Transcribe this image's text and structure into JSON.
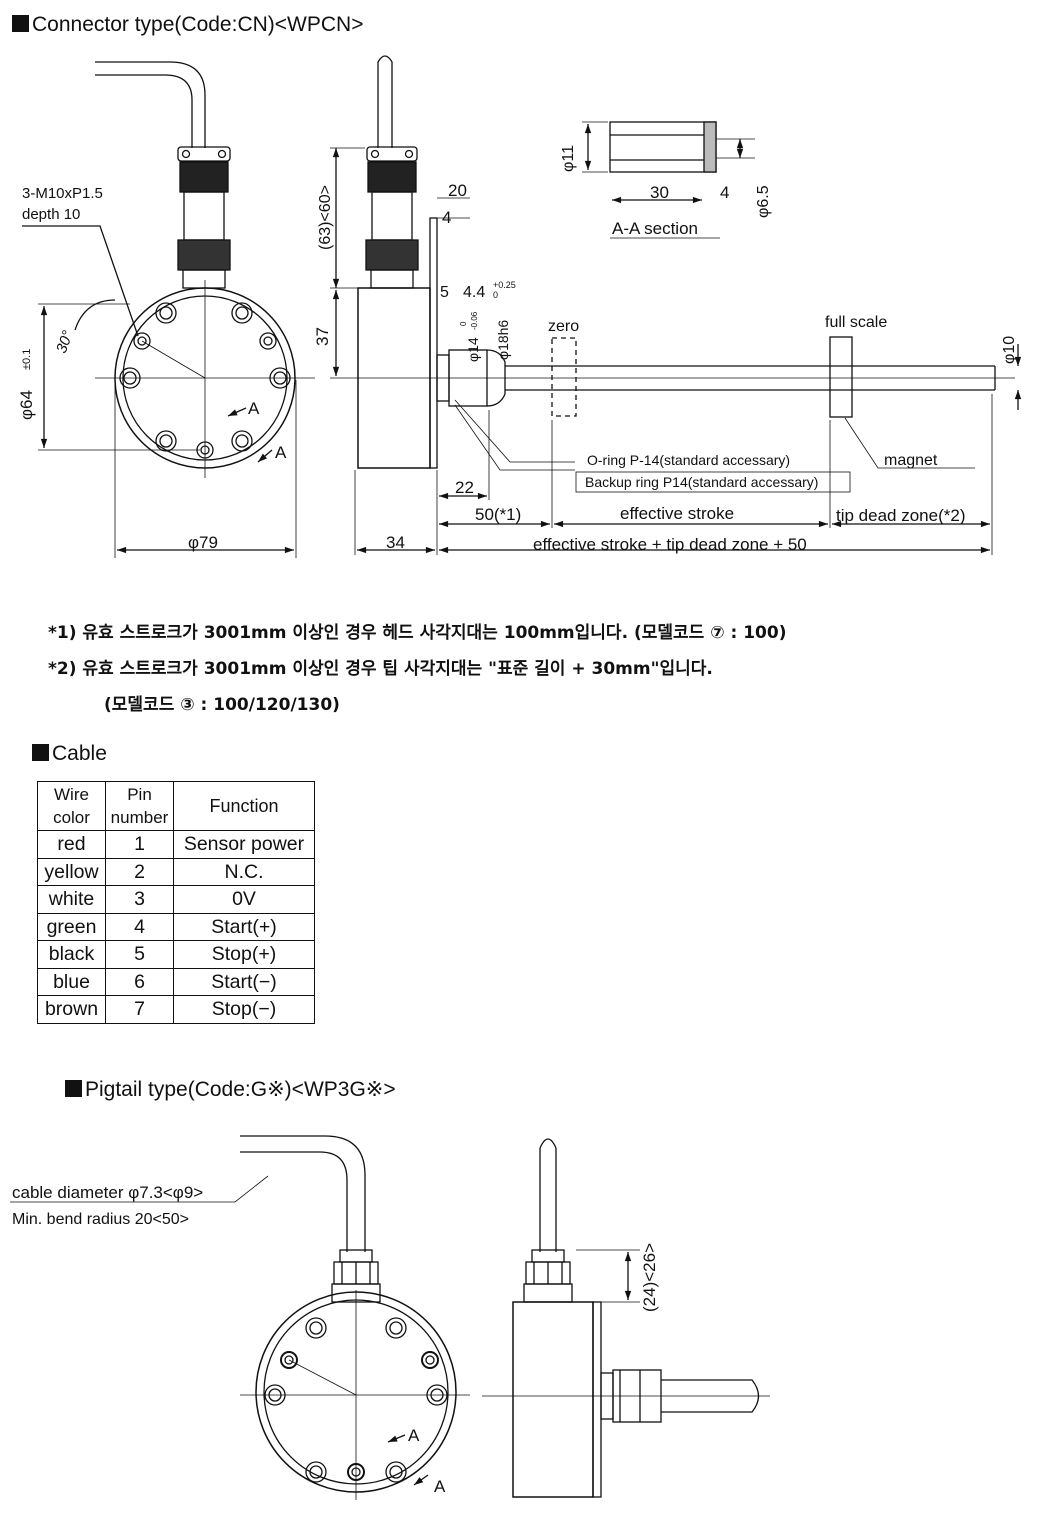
{
  "sections": {
    "connector_title": "Connector type(Code:CN)<WPCN>",
    "cable_title": "Cable",
    "pigtail_title": "Pigtail type(Code:G※)<WP3G※>"
  },
  "connector_drawing": {
    "thread_note_1": "3-M10xP1.5",
    "thread_note_2": "depth 10",
    "angle": "30°",
    "dia_64": "φ64",
    "dia_64_tol": "±0.1",
    "dia_79": "φ79",
    "section_marker": "A",
    "dim_63_60": "(63)<60>",
    "dim_37": "37",
    "dim_20": "20",
    "dim_4": "4",
    "dim_5": "5",
    "dim_4_4": "4.4",
    "dim_4_4_tol_upper": "+0.25",
    "dim_4_4_tol_lower": "0",
    "dim_14": "φ14",
    "dim_14_tol_upper": "0",
    "dim_14_tol_lower": "-0.06",
    "dim_18h6": "φ18h6",
    "zero": "zero",
    "full_scale": "full scale",
    "dia_10": "φ10",
    "oring": "O-ring P-14(standard accessary)",
    "backup_ring": "Backup ring P14(standard accessary)",
    "magnet": "magnet",
    "dim_22": "22",
    "dim_50": "50(*1)",
    "effective_stroke": "effective stroke",
    "tip_dead_zone": "tip dead zone(*2)",
    "dim_34": "34",
    "total_length": "effective stroke + tip dead zone + 50"
  },
  "section_view": {
    "dia_11": "φ11",
    "dim_30": "30",
    "dim_4": "4",
    "dia_6_5": "φ6.5",
    "label": "A-A section"
  },
  "notes": [
    "*1) 유효 스트로크가 3001mm 이상인 경우 헤드 사각지대는 100mm입니다. (모델코드 ⑦ : 100)",
    "*2) 유효 스트로크가 3001mm 이상인 경우 팁 사각지대는 \"표준 길이 + 30mm\"입니다.",
    "(모델코드 ③ : 100/120/130)"
  ],
  "cable_table": {
    "headers": {
      "wire_1": "Wire",
      "wire_2": "color",
      "pin_1": "Pin",
      "pin_2": "number",
      "function": "Function"
    },
    "rows": [
      {
        "wire": "red",
        "pin": "1",
        "function": "Sensor power"
      },
      {
        "wire": "yellow",
        "pin": "2",
        "function": "N.C."
      },
      {
        "wire": "white",
        "pin": "3",
        "function": "0V"
      },
      {
        "wire": "green",
        "pin": "4",
        "function": "Start(+)"
      },
      {
        "wire": "black",
        "pin": "5",
        "function": "Stop(+)"
      },
      {
        "wire": "blue",
        "pin": "6",
        "function": "Start(−)"
      },
      {
        "wire": "brown",
        "pin": "7",
        "function": "Stop(−)"
      }
    ]
  },
  "pigtail_drawing": {
    "cable_diameter": "cable diameter φ7.3<φ9>",
    "bend_radius": "Min. bend radius 20<50>",
    "dim_24_26": "(24)<26>",
    "section_marker": "A"
  }
}
